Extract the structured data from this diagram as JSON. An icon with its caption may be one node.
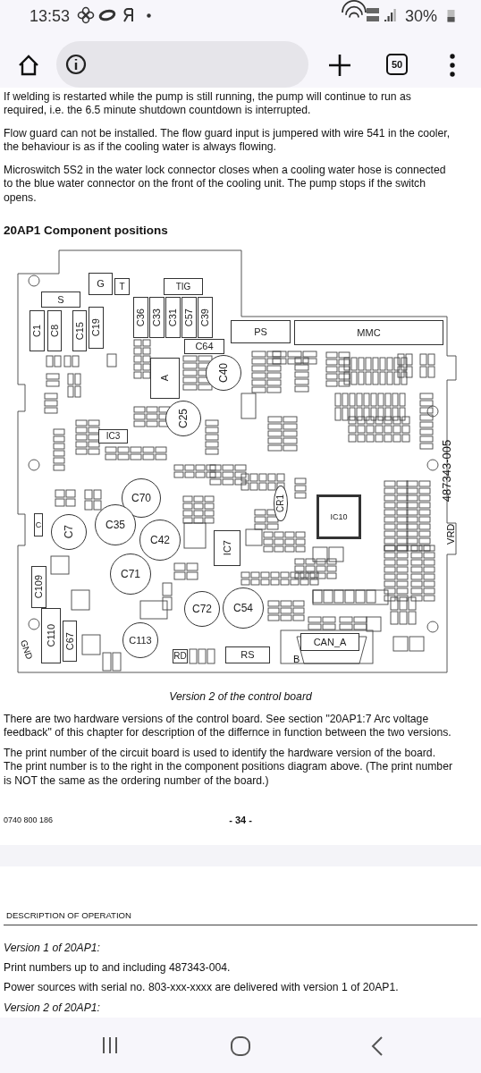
{
  "diagram": {
    "title": "20AP1 Component positions",
    "caption": "Version 2 of the control board",
    "nodes": [
      {
        "text": [
          "S"
        ]
      },
      {
        "text": [
          "G"
        ]
      },
      {
        "text": [
          "T"
        ]
      },
      {
        "text": [
          "TIG"
        ]
      },
      {
        "text": [
          "C1"
        ]
      },
      {
        "text": [
          "C8"
        ]
      },
      {
        "text": [
          "C15"
        ]
      },
      {
        "text": [
          "C19"
        ]
      },
      {
        "text": [
          "C36"
        ]
      },
      {
        "text": [
          "C33"
        ]
      },
      {
        "text": [
          "C31"
        ]
      },
      {
        "text": [
          "C57"
        ]
      },
      {
        "text": [
          "C39"
        ]
      },
      {
        "text": [
          "C64"
        ]
      },
      {
        "text": [
          "PS"
        ]
      },
      {
        "text": [
          "MMC"
        ]
      },
      {
        "text": [
          "A"
        ]
      },
      {
        "text": [
          "C40"
        ]
      },
      {
        "text": [
          "C25"
        ]
      },
      {
        "text": [
          "IC3"
        ]
      },
      {
        "text": [
          "C70"
        ]
      },
      {
        "text": [
          "C35"
        ]
      },
      {
        "text": [
          "C7"
        ]
      },
      {
        "text": [
          "C42"
        ]
      },
      {
        "text": [
          "C71"
        ]
      },
      {
        "text": [
          "C72"
        ]
      },
      {
        "text": [
          "C54"
        ]
      },
      {
        "text": [
          "C113"
        ]
      },
      {
        "text": [
          "IC10"
        ]
      },
      {
        "text": [
          "IC7"
        ]
      },
      {
        "text": [
          "CR1"
        ]
      },
      {
        "text": [
          "C"
        ]
      },
      {
        "text": [
          "C109"
        ]
      },
      {
        "text": [
          "C110"
        ]
      },
      {
        "text": [
          "C67"
        ]
      },
      {
        "text": [
          "RD"
        ]
      },
      {
        "text": [
          "RS"
        ]
      },
      {
        "text": [
          "CAN_A"
        ]
      }
    ],
    "labels": [
      "13:53",
      "30%",
      "50",
      "If welding is restarted while the pump is still running, the pump will continue to run as required, i.e. the 6.5 minute shutdown countdown is interrupted.",
      "Flow guard can not be installed. The flow guard input is jumpered with wire 541 in the cooler, the behaviour is as if the cooling water is always flowing.",
      "Microswitch 5S2 in the water lock connector closes when a cooling water hose is connected to the blue water connector on the front of the cooling unit. The pump stops if the switch opens.",
      "GND",
      "B",
      "VRD",
      "487343-005",
      "There are two hardware versions of the control board. See section \"20AP1:7 Arc voltage feedback\" of this chapter for description of the differnce in function between the two versions.",
      "The print number of the circuit board is used to identify the hardware version of the board. The print number is to the right in the component positions diagram above. (The print number is NOT the same as the ordering number of the board.)",
      "0740 800 186",
      "- 34 -",
      "DESCRIPTION OF OPERATION",
      "Version 1 of 20AP1:",
      "Print numbers up to and including 487343-004.",
      "Power sources with serial no. 803-xxx-xxxx are delivered with version 1 of 20AP1.",
      "Version 2 of 20AP1:"
    ]
  }
}
